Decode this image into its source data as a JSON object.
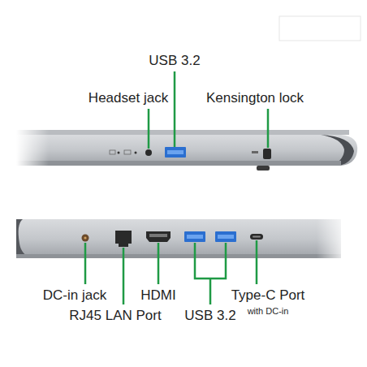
{
  "diagram": {
    "labels": [
      "USB 3.2",
      "Headset jack",
      "Kensington lock",
      "DC-in jack",
      "RJ45 LAN Port",
      "HDMI",
      "USB 3.2",
      "Type-C Port",
      "with DC-in"
    ]
  }
}
